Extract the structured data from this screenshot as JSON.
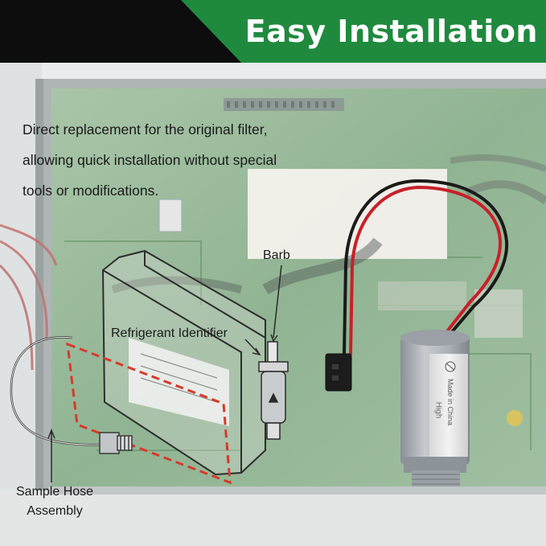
{
  "banner": {
    "title": "Easy Installation",
    "colors": {
      "black": "#0d0d0d",
      "green": "#1f8a3e",
      "text": "#ffffff"
    }
  },
  "description": {
    "lines": [
      "Direct replacement for the original filter,",
      "allowing quick installation without special",
      "tools or modifications."
    ]
  },
  "labels": {
    "barb": "Barb",
    "refrigerant_identifier": "Refrigerant Identifier",
    "sample_hose": [
      "Sample Hose",
      "Assembly"
    ]
  },
  "filter_part": {
    "body_text": [
      "Made in China",
      "High"
    ]
  },
  "colors": {
    "circuit_green": "#8fb892",
    "panel_gray": "#c9cccc",
    "dashed_red": "#d63a2a",
    "wire_red": "#c8202a",
    "wire_black": "#1a1a1a"
  }
}
